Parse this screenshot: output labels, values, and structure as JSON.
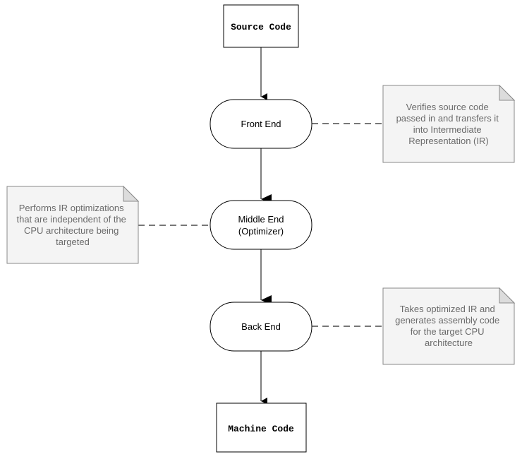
{
  "diagram": {
    "source": "Source Code",
    "front_end": "Front End",
    "middle_end": {
      "line1": "Middle End",
      "line2": "(Optimizer)"
    },
    "back_end": "Back End",
    "machine": "Machine Code",
    "notes": {
      "front": [
        "Verifies source code",
        "passed in and transfers it",
        "into Intermediate",
        "Representation (IR)"
      ],
      "middle": [
        "Performs IR optimizations",
        "that are independent of the",
        "CPU architecture being",
        "targeted"
      ],
      "back": [
        "Takes optimized IR and",
        "generates assembly code",
        "for the target CPU",
        "architecture"
      ]
    }
  }
}
